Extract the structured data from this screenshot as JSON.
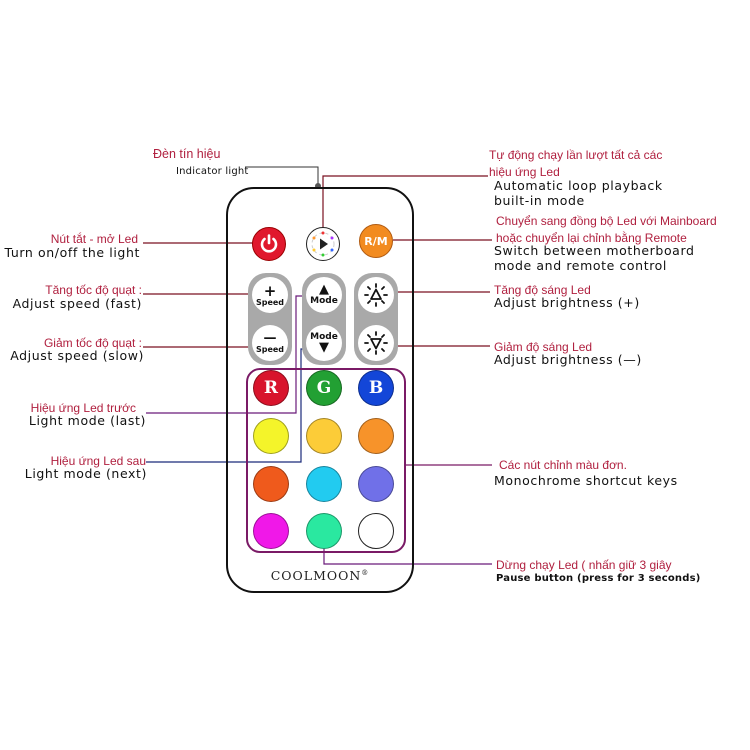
{
  "remote": {
    "brand": "COOLMOON",
    "brand_mark": "®",
    "top_buttons": [
      {
        "name": "power",
        "icon": "power-icon",
        "color": "#e0182d"
      },
      {
        "name": "auto-play",
        "icon": "play-icon",
        "color": "#ffffff"
      },
      {
        "name": "rm",
        "label": "R/M",
        "color": "#f28b20"
      }
    ],
    "speed_plus": {
      "symbol": "+",
      "label": "Speed"
    },
    "speed_minus": {
      "symbol": "—",
      "label": "Speed"
    },
    "mode_up": {
      "symbol": "▲",
      "label": "Mode"
    },
    "mode_down": {
      "symbol": "▼",
      "label": "Mode"
    },
    "brightness_up_icon": "brightness-up-icon",
    "brightness_down_icon": "brightness-down-icon",
    "color_keys": [
      {
        "label": "R",
        "color": "#d8142c"
      },
      {
        "label": "G",
        "color": "#22a033"
      },
      {
        "label": "B",
        "color": "#1346d8"
      },
      {
        "label": "",
        "color": "#f4f42a"
      },
      {
        "label": "",
        "color": "#fccc38"
      },
      {
        "label": "",
        "color": "#f7932a"
      },
      {
        "label": "",
        "color": "#ef5a1c"
      },
      {
        "label": "",
        "color": "#22cbf0"
      },
      {
        "label": "",
        "color": "#7070e8"
      },
      {
        "label": "",
        "color": "#f018e8"
      },
      {
        "label": "",
        "color": "#2ae8a0"
      },
      {
        "label": "",
        "color": "#ffffff"
      }
    ]
  },
  "labels": {
    "indicator": {
      "vn": "Đèn tín hiệu",
      "en": "Indicator light"
    },
    "power": {
      "vn": "Nút tắt - mở Led",
      "en": "Turn on/off the light"
    },
    "speed_fast": {
      "vn": "Tăng tốc độ quạt :",
      "en": "Adjust speed (fast)"
    },
    "speed_slow": {
      "vn": "Giảm tốc độ quạt :",
      "en": "Adjust speed (slow)"
    },
    "mode_last": {
      "vn": "Hiệu ứng Led trước",
      "en": "Light mode (last)"
    },
    "mode_next": {
      "vn": "Hiệu ứng Led sau",
      "en": "Light mode (next)"
    },
    "auto_loop": {
      "vn1": "Tự động chạy lần lượt tất cả các",
      "vn2": "hiệu ứng Led",
      "en1": "Automatic loop playback",
      "en2": "built-in mode"
    },
    "rm_switch": {
      "vn1": "Chuyển sang đồng bộ Led với Mainboard",
      "vn2": "hoặc chuyển lại chỉnh bằng Remote",
      "en1": "Switch between motherboard",
      "en2": "mode and remote control"
    },
    "bright_up": {
      "vn": "Tăng độ sáng Led",
      "en": "Adjust brightness (+)"
    },
    "bright_down": {
      "vn": "Giảm độ sáng Led",
      "en": "Adjust brightness (—)"
    },
    "mono": {
      "vn": "Các nút chỉnh màu đơn.",
      "en": "Monochrome shortcut keys"
    },
    "pause": {
      "vn": "Dừng chạy Led ( nhấn giữ 3 giây",
      "en": "Pause button (press for 3 seconds)"
    }
  }
}
